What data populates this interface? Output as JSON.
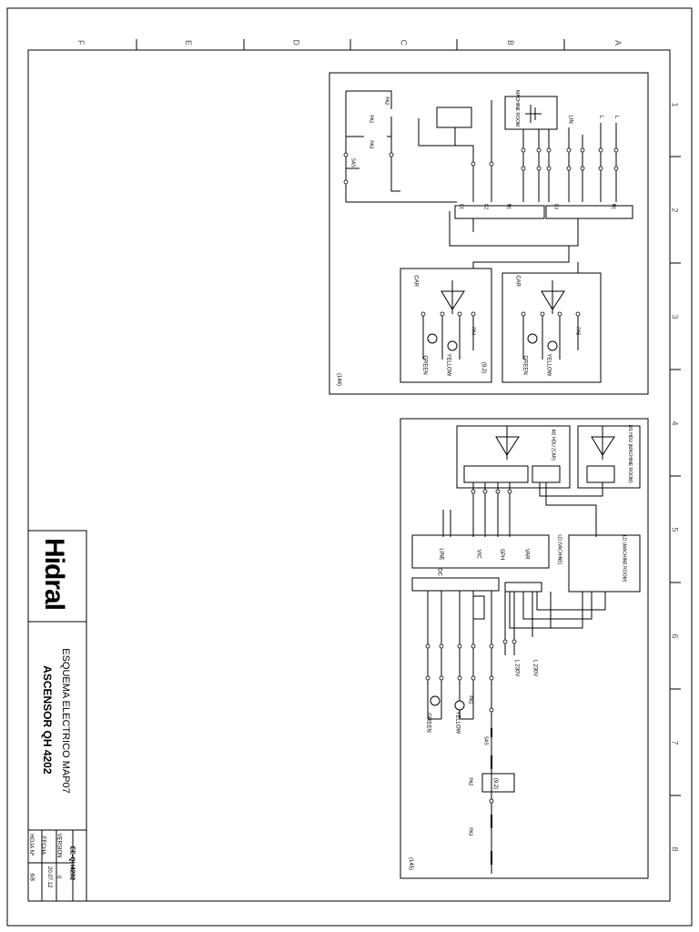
{
  "title_block": {
    "logo": "Hidral",
    "line1": "ESQUEMA ELECTRICO MAP07",
    "line2": "ASCENSOR QH 4202",
    "doc_code": "EE-QH4202",
    "version_label": "VERSION",
    "version_value": "0",
    "date_label": "FECHA",
    "date_value": "20.07.12",
    "sheet_label": "HOJA Nº",
    "sheet_value": "6/8"
  },
  "grid": {
    "rows": [
      "F",
      "E",
      "D",
      "C",
      "B",
      "A"
    ],
    "cols": [
      "1",
      "2",
      "3",
      "4",
      "5",
      "6",
      "7",
      "8"
    ]
  },
  "upper_diagram": {
    "ref": "(144)",
    "side_labels": [
      "LIN",
      "L",
      "L"
    ],
    "top_box_label": "MACHINE ROOM",
    "car_labels": [
      "CAR",
      "CAR"
    ],
    "lamp_labels": [
      "GREEN",
      "YELLOW",
      "GREEN",
      "YELLOW"
    ],
    "ref2": "(9.2)",
    "contact_labels": [
      "PA1",
      "PA2",
      "PA3",
      "PA4",
      "SAS",
      "PA5"
    ],
    "bus_labels": [
      "C1",
      "C2",
      "N1",
      "C3",
      "N1"
    ]
  },
  "lower_diagram": {
    "ref": "(145)",
    "box_car": "M2 HDU (CAR)",
    "box_machine": "M1 HDU (MACHINE ROOM)",
    "terminals_top": [
      "LINE",
      "VIC",
      "SPH",
      "VAR"
    ],
    "side_box_left": "LD (VACHINE)",
    "side_box_right": "LD (MACHINE ROOM)",
    "dc_label": "DC",
    "supply_labels": [
      "L 230V",
      "L 230V"
    ],
    "lamp_labels": [
      "GREEN",
      "YELLOW"
    ],
    "contact_labels": [
      "PA1",
      "PA2",
      "SAS",
      "PA3"
    ],
    "ref2": "(9.2)"
  }
}
